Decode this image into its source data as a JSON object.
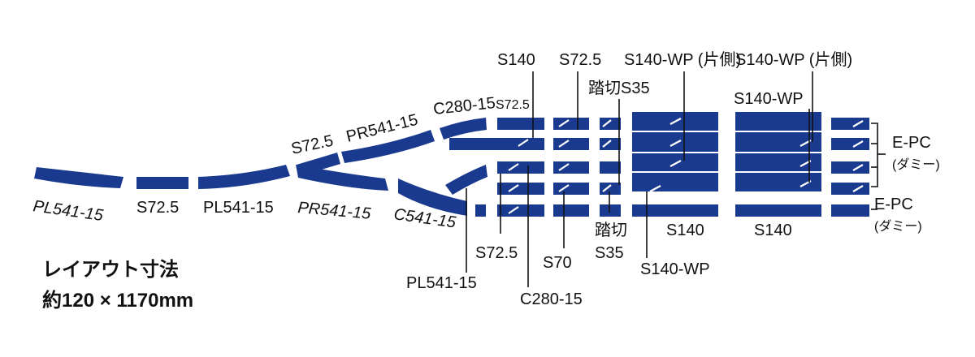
{
  "labels": {
    "pl541_left": "PL541-15",
    "s72_5_left": "S72.5",
    "pl541_mid": "PL541-15",
    "pr541_low": "PR541-15",
    "c541": "C541-15",
    "s72_5_upper": "S72.5",
    "pr541_upper": "PR541-15",
    "c280_upper": "C280-15",
    "s72_5_small": "S72.5",
    "s140_top": "S140",
    "s72_5_top": "S72.5",
    "crossing_top": "踏切S35",
    "s140wp_top1": "S140-WP (片側)",
    "s140wp_top2": "S140-WP (片側)",
    "s140wp_inner": "S140-WP",
    "epc_upper": "E-PC",
    "dummy_upper": "(ダミー)",
    "epc_lower": "E-PC",
    "dummy_lower": "(ダミー)",
    "pl541_bottom": "PL541-15",
    "s72_5_bottom": "S72.5",
    "c280_bottom": "C280-15",
    "s70_bottom": "S70",
    "crossing_bottom_1": "踏切",
    "crossing_bottom_2": "S35",
    "s140wp_bottom": "S140-WP",
    "s140_bottom1": "S140",
    "s140_bottom2": "S140"
  },
  "dimensions": {
    "title": "レイアウト寸法",
    "value": "約120 × 1170mm"
  },
  "colors": {
    "track": "#1a3a8f",
    "text": "#111111",
    "background": "#ffffff"
  }
}
